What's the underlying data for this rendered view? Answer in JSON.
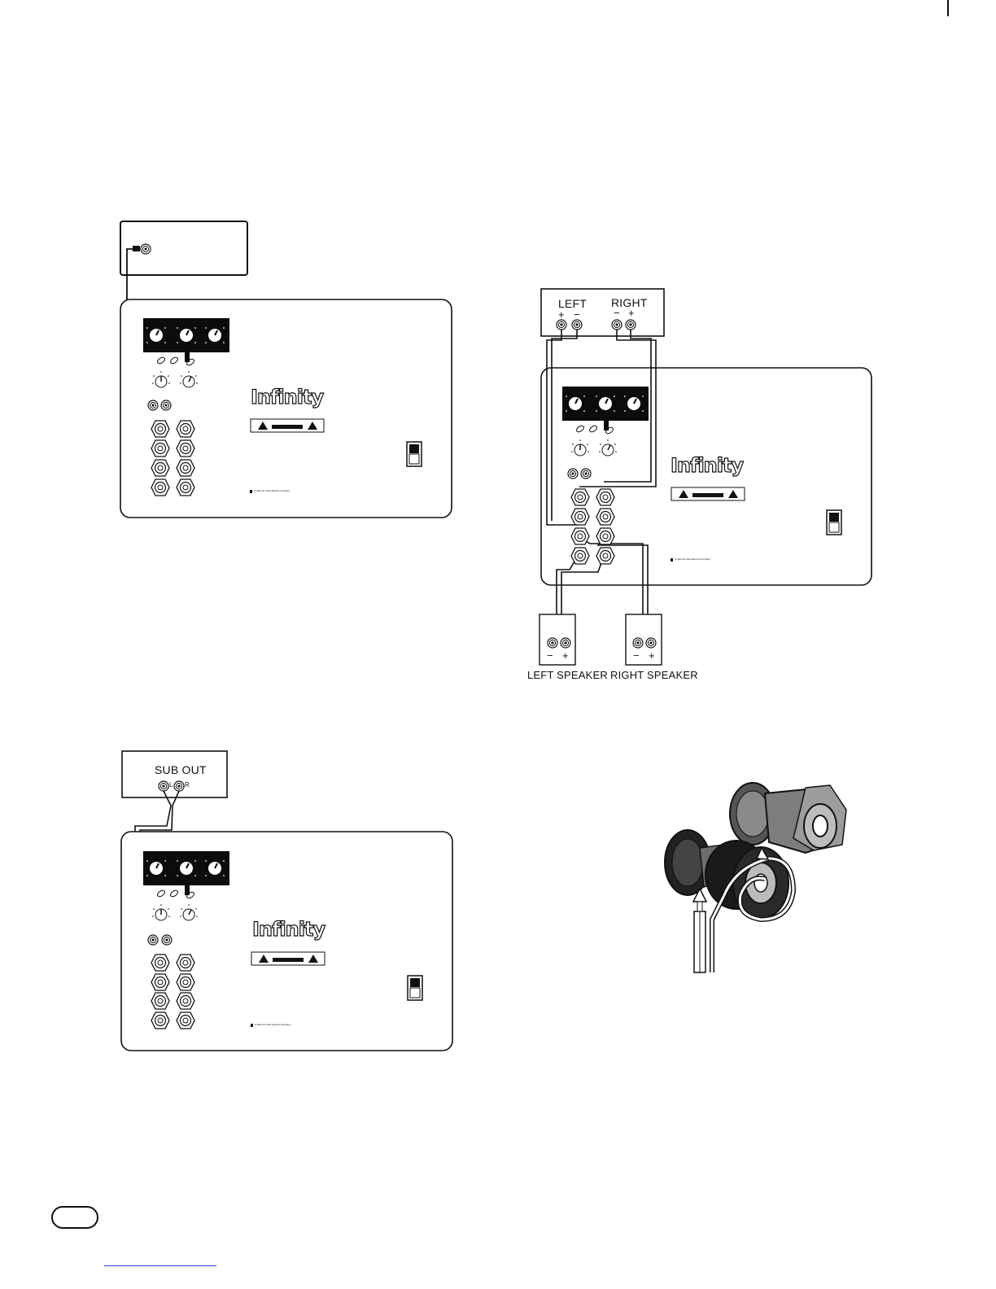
{
  "diagram1": {
    "brand": "Infinity",
    "footer": "A Harman International Company"
  },
  "diagram2": {
    "receiver_left_label": "LEFT",
    "receiver_right_label": "RIGHT",
    "plus": "+",
    "minus": "−",
    "brand": "Infinity",
    "footer": "A Harman International Company",
    "left_speaker_label": "LEFT SPEAKER",
    "right_speaker_label": "RIGHT SPEAKER"
  },
  "diagram3": {
    "receiver_label": "SUB OUT",
    "jack_l": "L",
    "jack_r": "R",
    "brand": "Infinity",
    "footer": "A Harman International Company"
  },
  "colors": {
    "ink": "#111111",
    "panel": "#ffffff",
    "knob_panel": "#0c0c0c",
    "link": "#2b3fd6"
  }
}
